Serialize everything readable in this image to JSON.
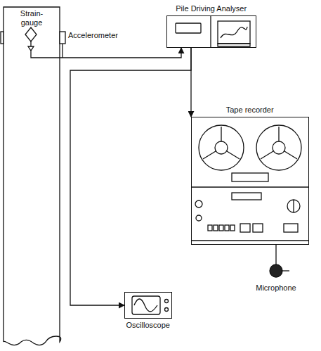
{
  "diagram": {
    "nodes": [
      {
        "text": [
          "Strain- gauge"
        ]
      },
      {
        "text": [
          "Pile Driving Analyser"
        ]
      },
      {
        "text": [
          "Tape recorder"
        ]
      },
      {
        "text": [
          "Microphone"
        ]
      },
      {
        "text": [
          "Oscilloscope"
        ]
      }
    ],
    "edges": [
      {
        "from": 0,
        "to": 1,
        "arrow": "to"
      },
      {
        "from": 1,
        "to": 2,
        "arrow": "to"
      },
      {
        "from": 1,
        "to": 4,
        "arrow": "to"
      },
      {
        "from": 3,
        "to": 2,
        "arrow": "none"
      }
    ],
    "labels": [
      "Accelerometer"
    ]
  }
}
